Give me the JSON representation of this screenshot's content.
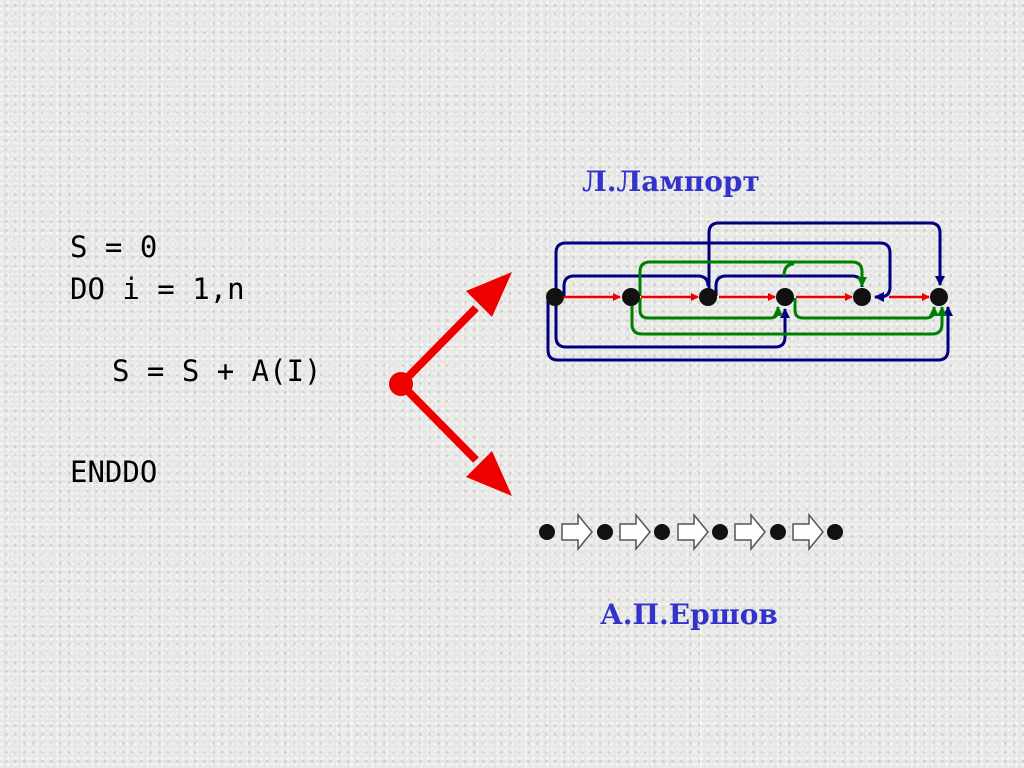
{
  "code": {
    "line1": "S = 0",
    "line2": "DO i = 1,n",
    "line3": "S = S + A(I)",
    "line4": "ENDDO"
  },
  "authors": {
    "lamport": "Л.Лампорт",
    "ershov": "А.П.Ершов"
  },
  "colors": {
    "arrow_red": "#ee0000",
    "navy": "#000080",
    "green": "#008000",
    "author_text": "#3333cc"
  }
}
